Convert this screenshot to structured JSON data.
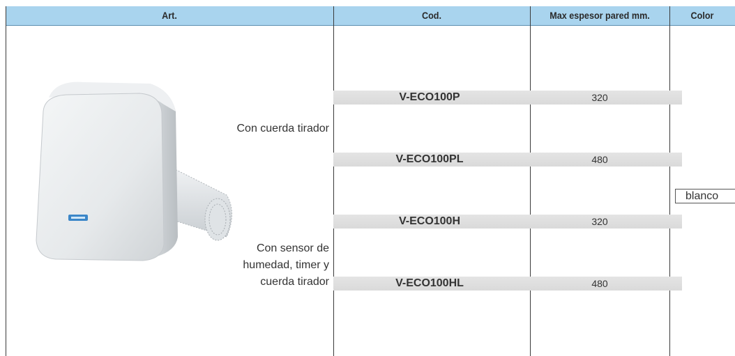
{
  "table": {
    "headers": {
      "art": "Art.",
      "cod": "Cod.",
      "espesor": "Max espesor pared mm.",
      "color": "Color"
    },
    "descriptions": {
      "group1": "Con cuerda tirador",
      "group2_line1": "Con sensor de",
      "group2_line2": "humedad, timer y",
      "group2_line3": "cuerda tirador"
    },
    "rows": [
      {
        "code": "V-ECO100P",
        "espesor": "320"
      },
      {
        "code": "V-ECO100PL",
        "espesor": "480"
      },
      {
        "code": "V-ECO100H",
        "espesor": "320"
      },
      {
        "code": "V-ECO100HL",
        "espesor": "480"
      }
    ],
    "color_value": "blanco"
  },
  "colors": {
    "header_bg": "#a9d4ee",
    "row_band": "#dedede",
    "product_body": "#e9ecee"
  }
}
